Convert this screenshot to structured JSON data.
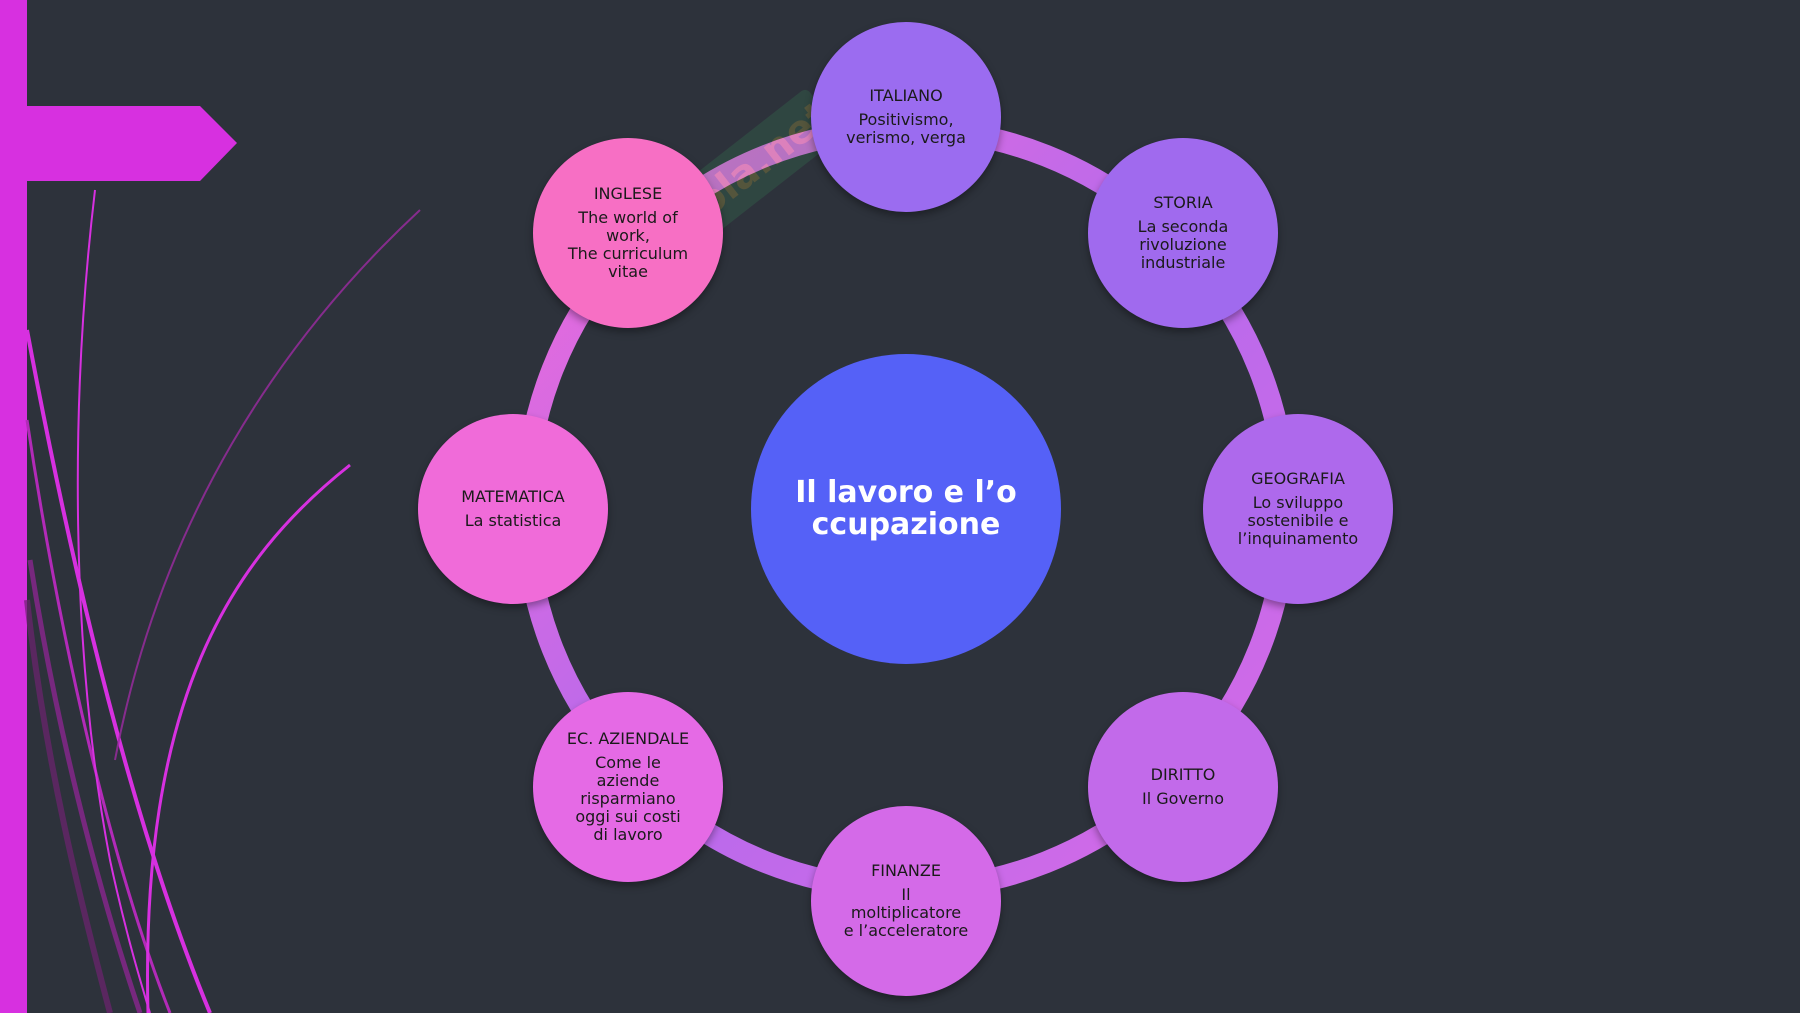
{
  "center": {
    "title": "Il lavoro e l’occupazione"
  },
  "nodes": [
    {
      "id": "italiano",
      "title": "ITALIANO",
      "desc": "Positivismo,\nverismo, verga",
      "color": "#9b6cf0"
    },
    {
      "id": "storia",
      "title": "STORIA",
      "desc": "La seconda\nrivoluzione\nindustriale",
      "color": "#a06aee"
    },
    {
      "id": "geografia",
      "title": "GEOGRAFIA",
      "desc": "Lo sviluppo\nsostenibile e\nl’inquinamento",
      "color": "#ae69ec"
    },
    {
      "id": "diritto",
      "title": "DIRITTO",
      "desc": "Il Governo",
      "color": "#c26aea"
    },
    {
      "id": "finanze",
      "title": "FINANZE",
      "desc": "Il\nmoltiplicatore\ne l’acceleratore",
      "color": "#d46ae8"
    },
    {
      "id": "ec-aziendale",
      "title": "EC. AZIENDALE",
      "desc": "Come le\naziende\nrisparmiano\noggi sui costi\ndi lavoro",
      "color": "#e56ae5"
    },
    {
      "id": "matematica",
      "title": "MATEMATICA",
      "desc": "La statistica",
      "color": "#f06bd9"
    },
    {
      "id": "inglese",
      "title": "INGLESE",
      "desc": "The world of\nwork,\nThe curriculum\nvitae",
      "color": "#f76fc4"
    }
  ],
  "colors": {
    "background": "#2d323b",
    "accent": "#d730e0",
    "center": "#5561f7"
  },
  "watermark": {
    "text": "Skuola.net"
  }
}
